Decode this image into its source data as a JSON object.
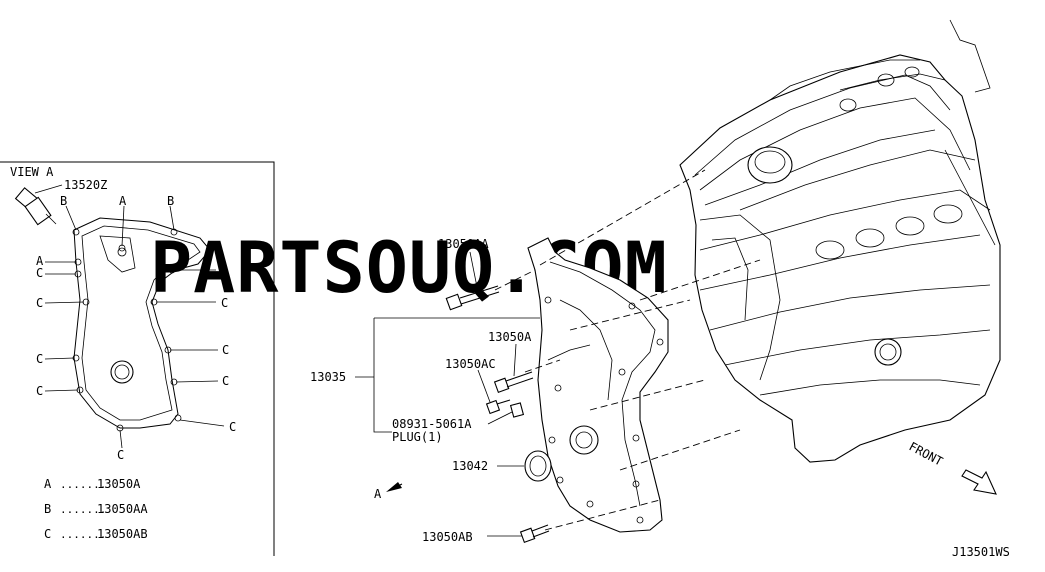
{
  "view": {
    "title": "VIEW A"
  },
  "view_labels": {
    "sensor": "13520Z",
    "A": "A",
    "B": "B",
    "C": "C"
  },
  "legend": [
    {
      "key": "A",
      "dots": ".......",
      "value": "13050A"
    },
    {
      "key": "B",
      "dots": ".......",
      "value": "13050AA"
    },
    {
      "key": "C",
      "dots": ".......",
      "value": "13050AB"
    }
  ],
  "callouts": {
    "bolt_aa": "13050AA",
    "cover": "13035",
    "bolt_a": "13050A",
    "bolt_ac": "13050AC",
    "plug_num": "08931-5061A",
    "plug_desc": "PLUG(1)",
    "seal": "13042",
    "bolt_ab": "13050AB",
    "arrow_a": "A"
  },
  "front_label": "FRONT",
  "diagram_code": "J13501WS",
  "watermark": "PARTSOUQ.COM"
}
